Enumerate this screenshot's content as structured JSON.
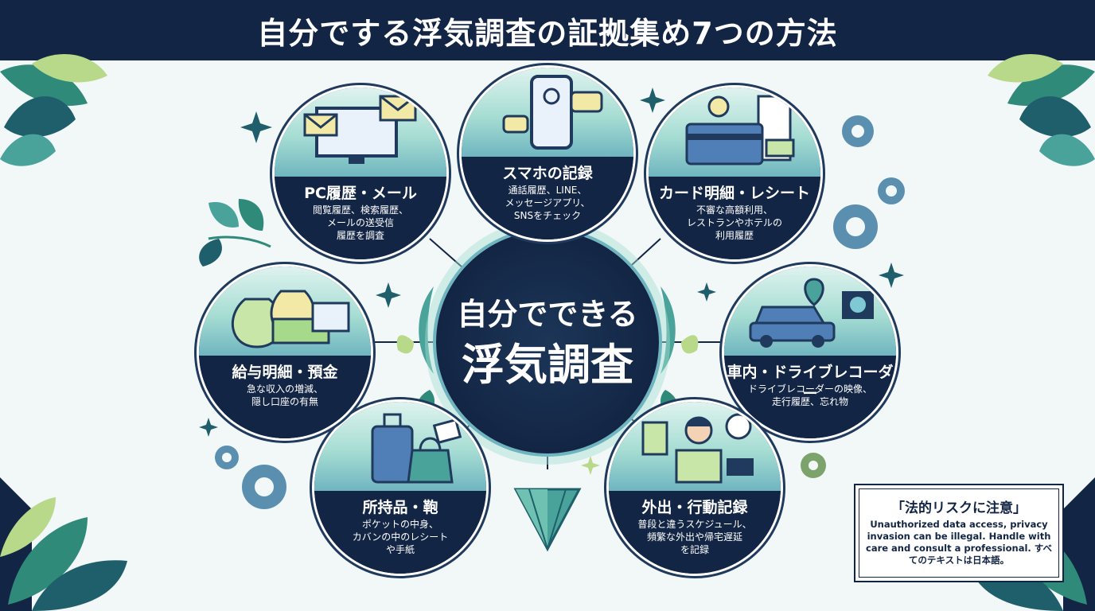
{
  "header": {
    "title": "自分でする浮気調査の証拠集め7つの方法"
  },
  "center": {
    "line1": "自分でできる",
    "line2": "浮気調査"
  },
  "methods": [
    {
      "title": "PC履歴・メール",
      "desc": "閲覧履歴、検索履歴、\nメールの送受信\n履歴を調査",
      "icon": "computer-mail-icon"
    },
    {
      "title": "スマホの記録",
      "desc": "通話履歴、LINE、\nメッセージアプリ、\nSNSをチェック",
      "icon": "smartphone-icon"
    },
    {
      "title": "カード明細・レシート",
      "desc": "不審な高額利用、\nレストランやホテルの\n利用履歴",
      "icon": "credit-card-receipt-icon"
    },
    {
      "title": "車内・ドライブレコーダー",
      "desc": "ドライブレコーダーの映像、\n走行履歴、忘れ物",
      "icon": "car-dashcam-icon"
    },
    {
      "title": "外出・行動記録",
      "desc": "普段と違うスケジュール、\n頻繁な外出や帰宅遅延\nを記録",
      "icon": "person-map-icon"
    },
    {
      "title": "所持品・鞄",
      "desc": "ポケットの中身、\nカバンの中のレシート\nや手紙",
      "icon": "luggage-bag-icon"
    },
    {
      "title": "給与明細・預金",
      "desc": "急な収入の増減、\n隠し口座の有無",
      "icon": "money-bag-icon"
    }
  ],
  "notice": {
    "title": "「法的リスクに注意」",
    "body": "Unauthorized data access, privacy invasion can be illegal. Handle with care and consult a professional. すべてのテキストは日本語。"
  },
  "colors": {
    "navy": "#132544",
    "teal": "#6fb5c0",
    "mint": "#a6ddd3",
    "leaf": "#2f8a7a",
    "lime": "#b8d98a"
  }
}
